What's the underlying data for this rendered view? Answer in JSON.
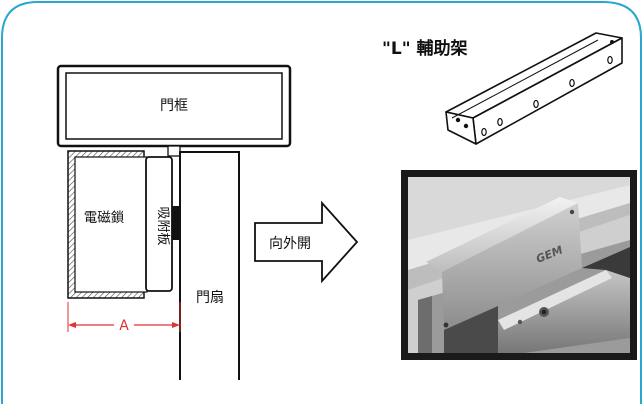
{
  "labels": {
    "door_frame": "門框",
    "magnetic_lock": "電磁鎖",
    "armature_plate": "吸附板",
    "door_leaf": "門扇",
    "open_outward": "向外開",
    "dimension": "A",
    "l_bracket": "\"L\" 輔助架"
  },
  "photo": {
    "brand_mark": "GEM"
  },
  "colors": {
    "border_accent": "#2aa7cf",
    "dimension": "#e03030",
    "line": "#111111",
    "hatch": "#555555",
    "photo_dark": "#2c2c2c",
    "photo_metal_light": "#d8d8d8",
    "photo_metal_mid": "#a9a9a9"
  }
}
